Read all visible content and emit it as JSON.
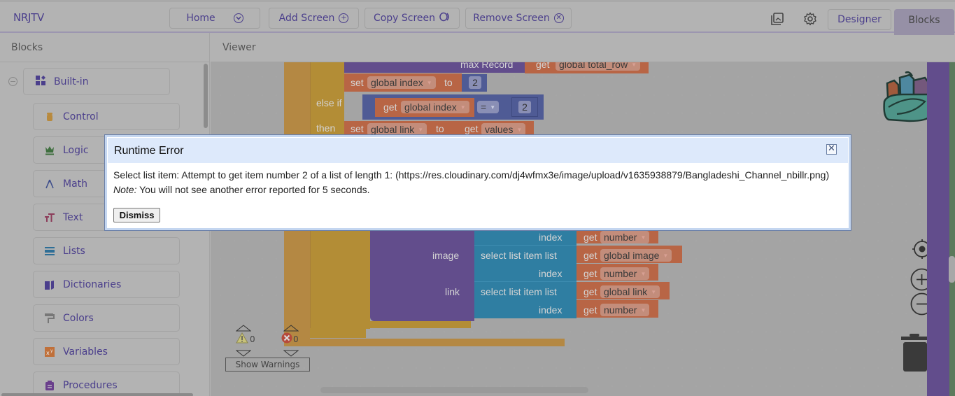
{
  "app": {
    "title": "NRJTV"
  },
  "toolbar": {
    "home_label": "Home",
    "add_screen_label": "Add Screen",
    "copy_screen_label": "Copy Screen",
    "remove_screen_label": "Remove Screen",
    "designer_label": "Designer",
    "blocks_label": "Blocks"
  },
  "panels": {
    "blocks_title": "Blocks",
    "viewer_title": "Viewer"
  },
  "sidebar": {
    "group_label": "Built-in",
    "items": [
      {
        "label": "Control",
        "icon": "android-icon",
        "color": "#b88a3e"
      },
      {
        "label": "Logic",
        "icon": "crown-icon",
        "color": "#3f6f3f"
      },
      {
        "label": "Math",
        "icon": "compass-icon",
        "color": "#3f4f8c"
      },
      {
        "label": "Text",
        "icon": "text-size-icon",
        "color": "#8c3c5a"
      },
      {
        "label": "Lists",
        "icon": "list-icon",
        "color": "#2e6e96"
      },
      {
        "label": "Dictionaries",
        "icon": "book-icon",
        "color": "#4b3f8c"
      },
      {
        "label": "Colors",
        "icon": "paint-roller-icon",
        "color": "#777777"
      },
      {
        "label": "Variables",
        "icon": "variable-icon",
        "color": "#c0703a"
      },
      {
        "label": "Procedures",
        "icon": "clipboard-icon",
        "color": "#6a3f8c"
      }
    ]
  },
  "blocks": {
    "max_record": "max Record",
    "get": "get",
    "set": "set",
    "to": "to",
    "else_if": "else if",
    "then": "then",
    "eq": "=",
    "global_total_row": "global total_row",
    "global_index": "global index",
    "global_link": "global link",
    "values": "values",
    "num2a": "2",
    "num2b": "2",
    "index": "index",
    "image": "image",
    "link": "link",
    "select_list_item_list": "select list item  list",
    "number": "number",
    "global_image": "global image"
  },
  "workspace": {
    "warnings_count": "0",
    "errors_count": "0",
    "show_warnings_label": "Show Warnings"
  },
  "dialog": {
    "title": "Runtime Error",
    "message": "Select list item: Attempt to get item number 2 of a list of length 1: (https://res.cloudinary.com/dj4wfmx3e/image/upload/v1635938879/Bangladeshi_Channel_nbillr.png)",
    "note_label": "Note:",
    "note_text": " You will not see another error reported for 5 seconds.",
    "dismiss_label": "Dismiss",
    "close_symbol": "✕"
  }
}
